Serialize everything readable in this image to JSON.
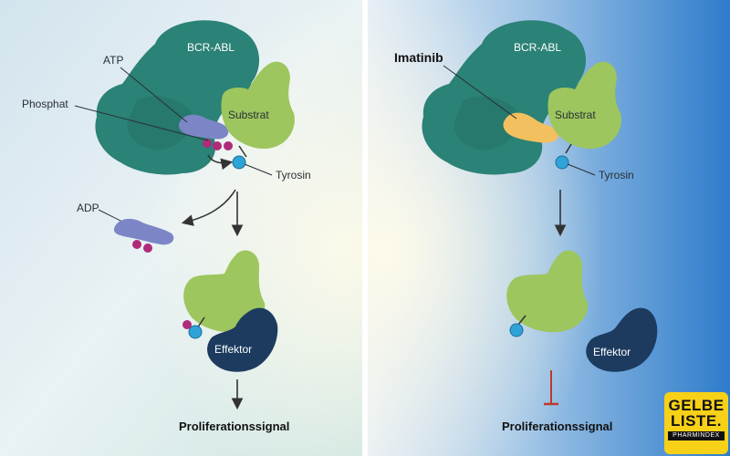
{
  "left_panel": {
    "enzyme_label": "BCR-ABL",
    "atp_label": "ATP",
    "phosphate_label": "Phosphat",
    "substrate_label": "Substrat",
    "tyrosine_label": "Tyrosin",
    "adp_label": "ADP",
    "effector_label": "Effektor",
    "result_label": "Proliferationssignal"
  },
  "right_panel": {
    "enzyme_label": "BCR-ABL",
    "inhibitor_label": "Imatinib",
    "substrate_label": "Substrat",
    "tyrosine_label": "Tyrosin",
    "effector_label": "Effektor",
    "result_label": "Proliferationssignal"
  },
  "logo": {
    "line1": "GELBE",
    "line2": "LISTE.",
    "line3": "PHARMINDEX"
  },
  "colors": {
    "enzyme": "#2b8276",
    "substrate": "#9dc65e",
    "atp_adp": "#7c86c6",
    "phosphate": "#b02a7a",
    "tyrosine": "#2ea3d8",
    "effector": "#1c3b5f",
    "imatinib": "#f2c05e",
    "inhibition": "#c0392b",
    "logo_bg": "#f7d117"
  },
  "icons": [
    "bcr-abl-enzyme",
    "atp-molecule",
    "phosphate-groups",
    "substrate-protein",
    "tyrosine-residue",
    "adp-molecule",
    "effector-protein",
    "imatinib-molecule",
    "inhibition-bar"
  ]
}
